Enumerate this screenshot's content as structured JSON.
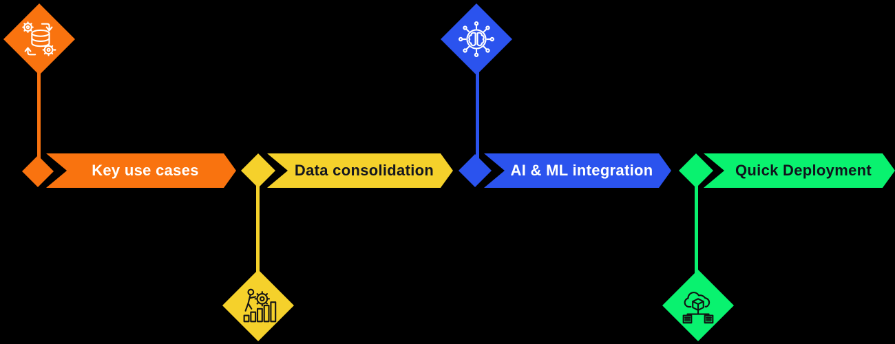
{
  "background": "#000000",
  "stages": [
    {
      "label": "Key use cases",
      "color": "#F9730F",
      "text_color": "#FFFFFF",
      "icon": "data-processing-icon",
      "icon_color": "#FFFFFF",
      "icon_position": "top"
    },
    {
      "label": "Data consolidation",
      "color": "#F5D12B",
      "text_color": "#14161F",
      "icon": "growth-progress-icon",
      "icon_color": "#161616",
      "icon_position": "bottom"
    },
    {
      "label": "AI & ML integration",
      "color": "#2B53EE",
      "text_color": "#FFFFFF",
      "icon": "ai-neural-brain-icon",
      "icon_color": "#FFFFFF",
      "icon_position": "top"
    },
    {
      "label": "Quick Deployment",
      "color": "#09F26F",
      "text_color": "#10131C",
      "icon": "cloud-deployment-icon",
      "icon_color": "#121212",
      "icon_position": "bottom"
    }
  ]
}
